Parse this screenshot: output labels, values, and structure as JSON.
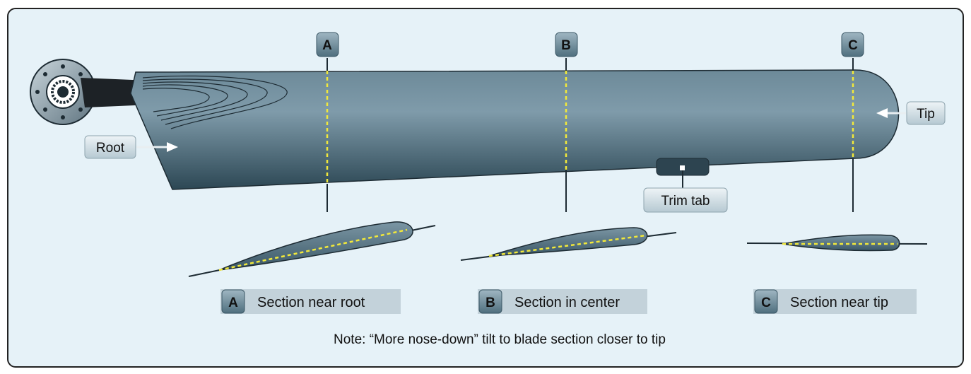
{
  "section_markers": [
    {
      "letter": "A"
    },
    {
      "letter": "B"
    },
    {
      "letter": "C"
    }
  ],
  "callouts": {
    "root": "Root",
    "tip": "Tip",
    "trim_tab": "Trim tab"
  },
  "sections": [
    {
      "letter": "A",
      "label": "Section near root"
    },
    {
      "letter": "B",
      "label": "Section in center"
    },
    {
      "letter": "C",
      "label": "Section near tip"
    }
  ],
  "note": "Note: “More nose-down” tilt to blade section closer to tip",
  "colors": {
    "background": "#e6f2f8",
    "blade_dark": "#2f4c5a",
    "blade_light": "#7c98a6",
    "chord_line": "#f2e93a",
    "label_box": "#c3d2da",
    "badge": "#5f7e8d"
  }
}
